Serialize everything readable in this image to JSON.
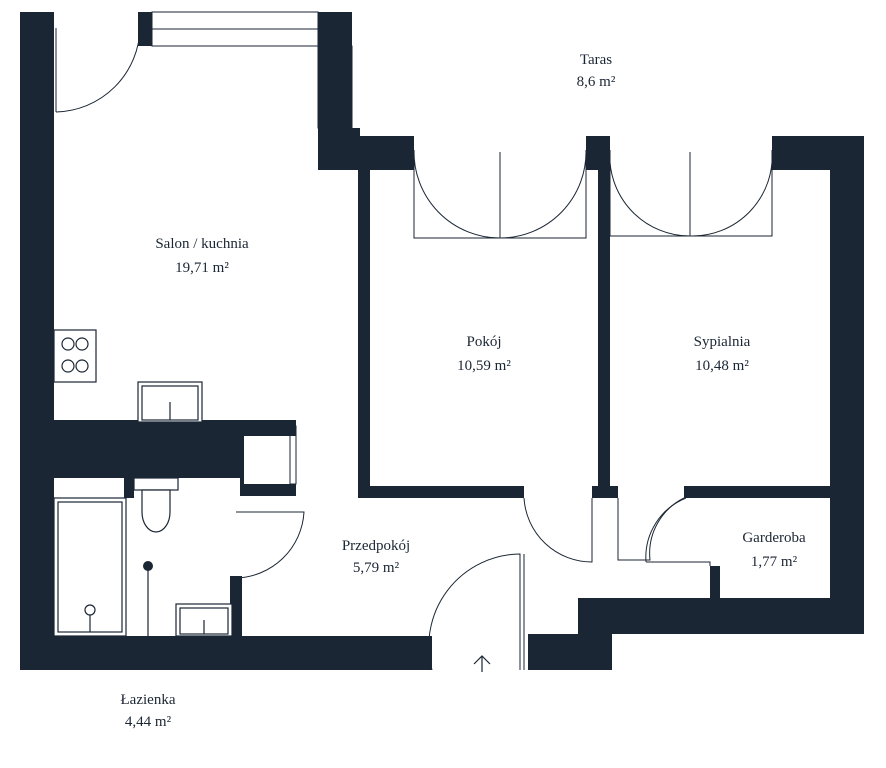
{
  "rooms": {
    "taras": {
      "name": "Taras",
      "area": "8,6 m²"
    },
    "salon": {
      "name": "Salon / kuchnia",
      "area": "19,71 m²"
    },
    "pokoj": {
      "name": "Pokój",
      "area": "10,59 m²"
    },
    "sypialnia": {
      "name": "Sypialnia",
      "area": "10,48 m²"
    },
    "garderoba": {
      "name": "Garderoba",
      "area": "1,77 m²"
    },
    "przedpokoj": {
      "name": "Przedpokój",
      "area": "5,79 m²"
    },
    "lazienka": {
      "name": "Łazienka",
      "area": "4,44 m²"
    }
  },
  "colors": {
    "wall": "#1b2634",
    "background": "#ffffff"
  },
  "icons": {
    "entrance": "entrance-arrow-icon"
  }
}
